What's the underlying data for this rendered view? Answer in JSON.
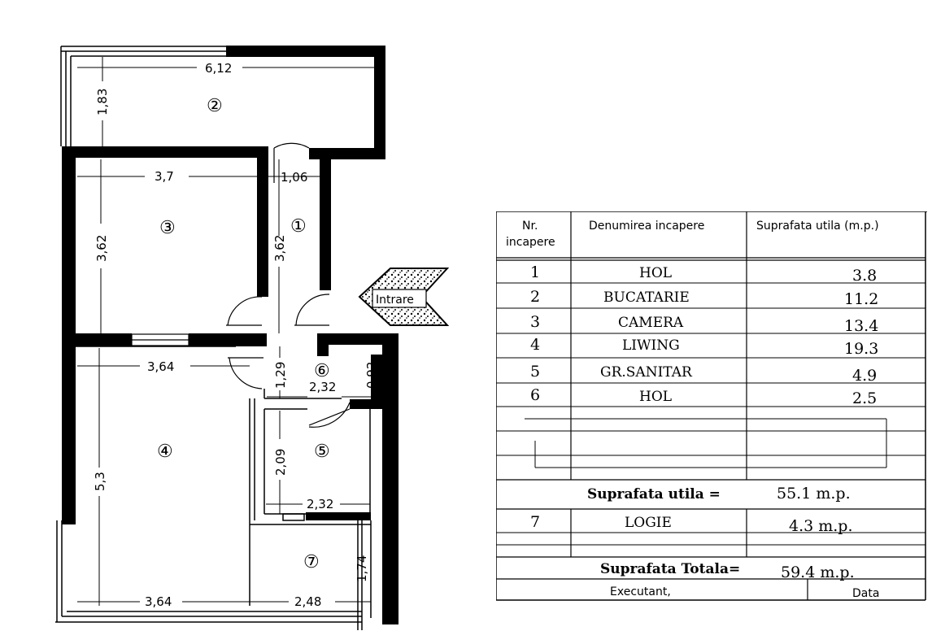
{
  "plan": {
    "entrance_label": "Intrare",
    "dimensions": {
      "top_width": "6,12",
      "top_height": "1,83",
      "room3_width": "3,7",
      "room3_height": "3,62",
      "hall_height": "3,62",
      "hall_width": "1,06",
      "room4_width": "3,64",
      "room4_height": "5,3",
      "hol6_height": "1,29",
      "hol6_width": "2,32",
      "hol6_side": "0,92",
      "bath_height": "2,09",
      "bath_width": "2,32",
      "loggia_height": "1,74",
      "bottom_left_width": "3,64",
      "bottom_right_width": "2,48"
    },
    "room_markers": {
      "r1": "①",
      "r2": "②",
      "r3": "③",
      "r4": "④",
      "r5": "⑤",
      "r6": "⑥",
      "r7": "⑦"
    }
  },
  "table": {
    "headers": {
      "nr": "Nr.",
      "nr2": "incapere",
      "name": "Denumirea incapere",
      "area": "Suprafata utila  (m.p.)"
    },
    "rows": [
      {
        "nr": "1",
        "name": "HOL",
        "area": "3.8"
      },
      {
        "nr": "2",
        "name": "BUCATARIE",
        "area": "11.2"
      },
      {
        "nr": "3",
        "name": "CAMERA",
        "area": "13.4"
      },
      {
        "nr": "4",
        "name": "LIWING",
        "area": "19.3"
      },
      {
        "nr": "5",
        "name": "GR.SANITAR",
        "area": "4.9"
      },
      {
        "nr": "6",
        "name": "HOL",
        "area": "2.5"
      }
    ],
    "useful_label": "Suprafata utila =",
    "useful_value": "55.1  m.p.",
    "loggia": {
      "nr": "7",
      "name": "LOGIE",
      "area": "4.3  m.p."
    },
    "total_label": "Suprafata  Totala=",
    "total_value": "59.4  m.p.",
    "footer": {
      "executant": "Executant,",
      "date": "Data"
    }
  }
}
